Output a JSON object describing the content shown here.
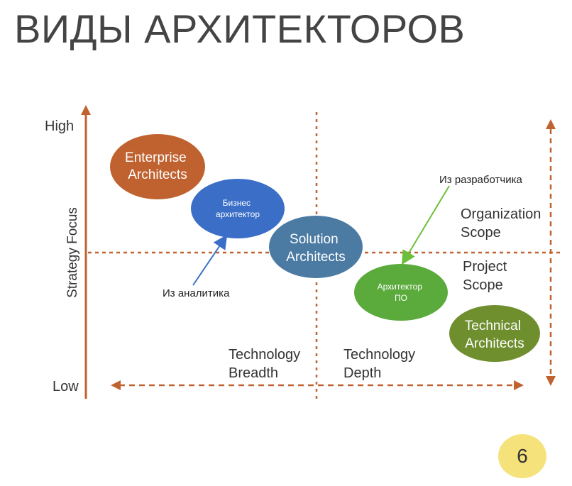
{
  "slide": {
    "title": "ВИДЫ АРХИТЕКТОРОВ",
    "page_number": "6",
    "badge_color": "#f5e27a"
  },
  "axes": {
    "y_label": "Strategy Focus",
    "y_high": "High",
    "y_low": "Low",
    "axis_color": "#c0622f"
  },
  "quadrant_labels": {
    "technology_breadth": [
      "Technology",
      "Breadth"
    ],
    "technology_depth": [
      "Technology",
      "Depth"
    ],
    "organization_scope": [
      "Organization",
      "Scope"
    ],
    "project_scope": [
      "Project",
      "Scope"
    ]
  },
  "roles": {
    "enterprise": {
      "lines": [
        "Enterprise",
        "Architects"
      ],
      "color": "#c0622f"
    },
    "business": {
      "lines": [
        "Бизнес",
        "архитектор"
      ],
      "color": "#3b6fc7"
    },
    "solution": {
      "lines": [
        "Solution",
        "Architects"
      ],
      "color": "#4b7aa3"
    },
    "software": {
      "lines": [
        "Архитектор",
        "ПО"
      ],
      "color": "#5aaa3c"
    },
    "technical": {
      "lines": [
        "Technical",
        "Architects"
      ],
      "color": "#6f8e2e"
    }
  },
  "annotations": {
    "from_analyst": "Из аналитика",
    "from_developer": "Из разработчика",
    "analyst_arrow_color": "#3b6fc7",
    "developer_arrow_color": "#6cbf3a"
  }
}
